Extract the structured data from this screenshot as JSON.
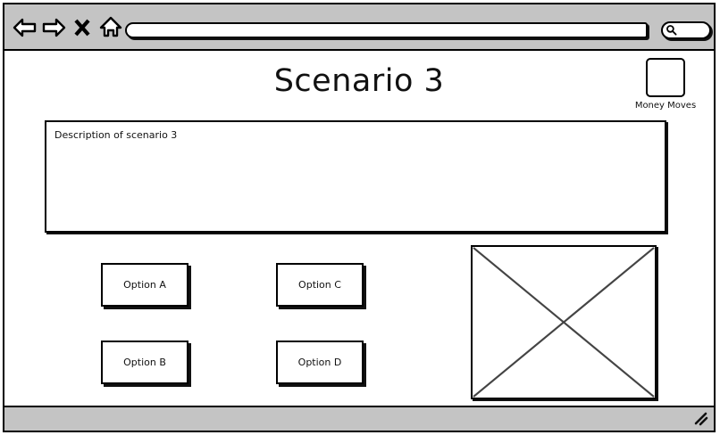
{
  "window": {
    "toolbar": {
      "nav_buttons": [
        {
          "name": "back-icon",
          "label": "Back"
        },
        {
          "name": "forward-icon",
          "label": "Forward"
        },
        {
          "name": "stop-icon",
          "label": "Stop"
        },
        {
          "name": "home-icon",
          "label": "Home"
        }
      ],
      "url_bar": {
        "value": "",
        "placeholder": ""
      },
      "search_box": {
        "icon": "search-icon",
        "value": "",
        "placeholder": ""
      }
    },
    "status_bar": {
      "text": "",
      "resize_grip_icon": "resize-grip-icon"
    }
  },
  "page": {
    "title": "Scenario 3",
    "logo": {
      "icon": "logo-placeholder-icon",
      "caption": "Money Moves"
    },
    "description": {
      "value": "Description of scenario 3",
      "placeholder": ""
    },
    "options": [
      {
        "id": "option-a",
        "label": "Option A"
      },
      {
        "id": "option-b",
        "label": "Option B"
      },
      {
        "id": "option-c",
        "label": "Option C"
      },
      {
        "id": "option-d",
        "label": "Option D"
      }
    ],
    "image_placeholder": {
      "icon": "image-placeholder-icon",
      "alt": ""
    }
  },
  "colors": {
    "chrome": "#c4c4c4",
    "outline": "#000000",
    "canvas": "#ffffff",
    "text": "#111111"
  }
}
